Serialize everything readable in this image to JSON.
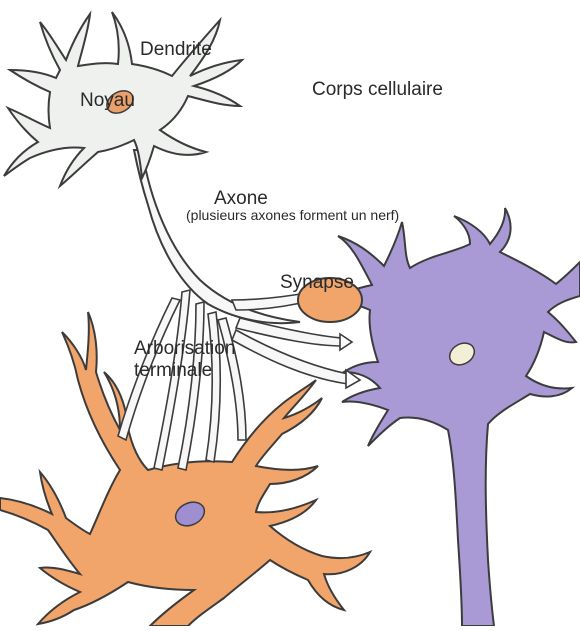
{
  "labels": {
    "dendrite": "Dendrite",
    "noyau": "Noyau",
    "corps_cellulaire": "Corps cellulaire",
    "axone": "Axone",
    "axone_note": "(plusieurs axones forment un nerf)",
    "synapse": "Synapse",
    "arborisation_line1": "Arborisation",
    "arborisation_line2": "terminale"
  },
  "colors": {
    "neuron_grey": "#eef1ee",
    "neuron_orange": "#f2a56a",
    "neuron_purple": "#a99ad6",
    "nucleus_orange": "#e9a06a",
    "nucleus_purple": "#9f8fd0",
    "nucleus_cream": "#f3eed6",
    "outline": "#3c3c3c"
  }
}
